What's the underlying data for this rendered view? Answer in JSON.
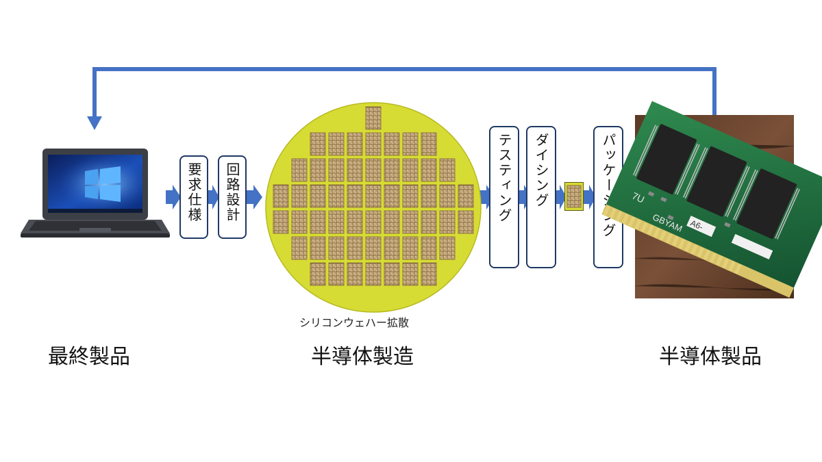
{
  "labels": {
    "spec": "要求仕様",
    "design": "回路設計",
    "testing": "テスティング",
    "dicing": "ダイシング",
    "packaging": "パッケージング",
    "wafer_caption": "シリコンウェハー拡散",
    "final_product": "最終製品",
    "semi_manufacturing": "半導体製造",
    "semi_product": "半導体製品"
  },
  "ram_module": {
    "label_fragments": [
      "7U",
      "GBYAM",
      "A6-"
    ]
  },
  "colors": {
    "arrow": "#4472c4",
    "box_border": "#1f3864",
    "wafer": "#d7dc34",
    "die": "#b79a6c",
    "pcb": "#1f6b3c",
    "chip": "#222222"
  }
}
